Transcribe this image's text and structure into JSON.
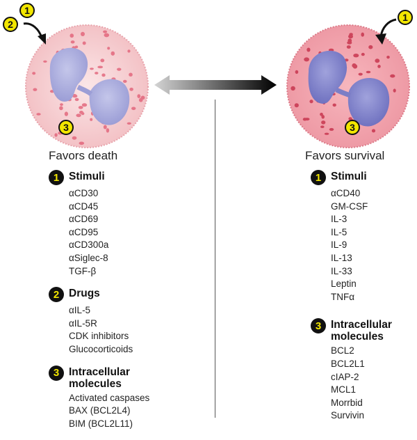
{
  "left": {
    "caption": "Favors death",
    "sections": [
      {
        "num": "1",
        "title": [
          "Stimuli"
        ],
        "items": [
          "αCD30",
          "αCD45",
          "αCD69",
          "αCD95",
          "αCD300a",
          "αSiglec-8",
          "TGF-β"
        ]
      },
      {
        "num": "2",
        "title": [
          "Drugs"
        ],
        "items": [
          "αIL-5",
          "αIL-5R",
          "CDK inhibitors",
          "Glucocorticoids"
        ]
      },
      {
        "num": "3",
        "title": [
          "Intracellular",
          "molecules"
        ],
        "items": [
          "Activated caspases",
          "BAX (BCL2L4)",
          "BIM (BCL2L11)"
        ]
      }
    ]
  },
  "right": {
    "caption": "Favors survival",
    "sections": [
      {
        "num": "1",
        "title": [
          "Stimuli"
        ],
        "items": [
          "αCD40",
          "GM-CSF",
          "IL-3",
          "IL-5",
          "IL-9",
          "IL-13",
          "IL-33",
          "Leptin",
          "TNFα"
        ]
      },
      {
        "num": "3",
        "title": [
          "Intracellular",
          "molecules"
        ],
        "items": [
          "BCL2",
          "BCL2L1",
          "cIAP-2",
          "MCL1",
          "Morrbid",
          "Survivin"
        ]
      }
    ]
  },
  "markers": {
    "one": "1",
    "two": "2",
    "three": "3"
  },
  "colors": {
    "left_cell": "#f6d0d2",
    "right_cell": "#f09ca6",
    "nucleus_left": "#aeb0de",
    "nucleus_right": "#8c8dd0",
    "granule": "#e05a72",
    "badge_fill": "#111111",
    "badge_text": "#f2e600"
  }
}
